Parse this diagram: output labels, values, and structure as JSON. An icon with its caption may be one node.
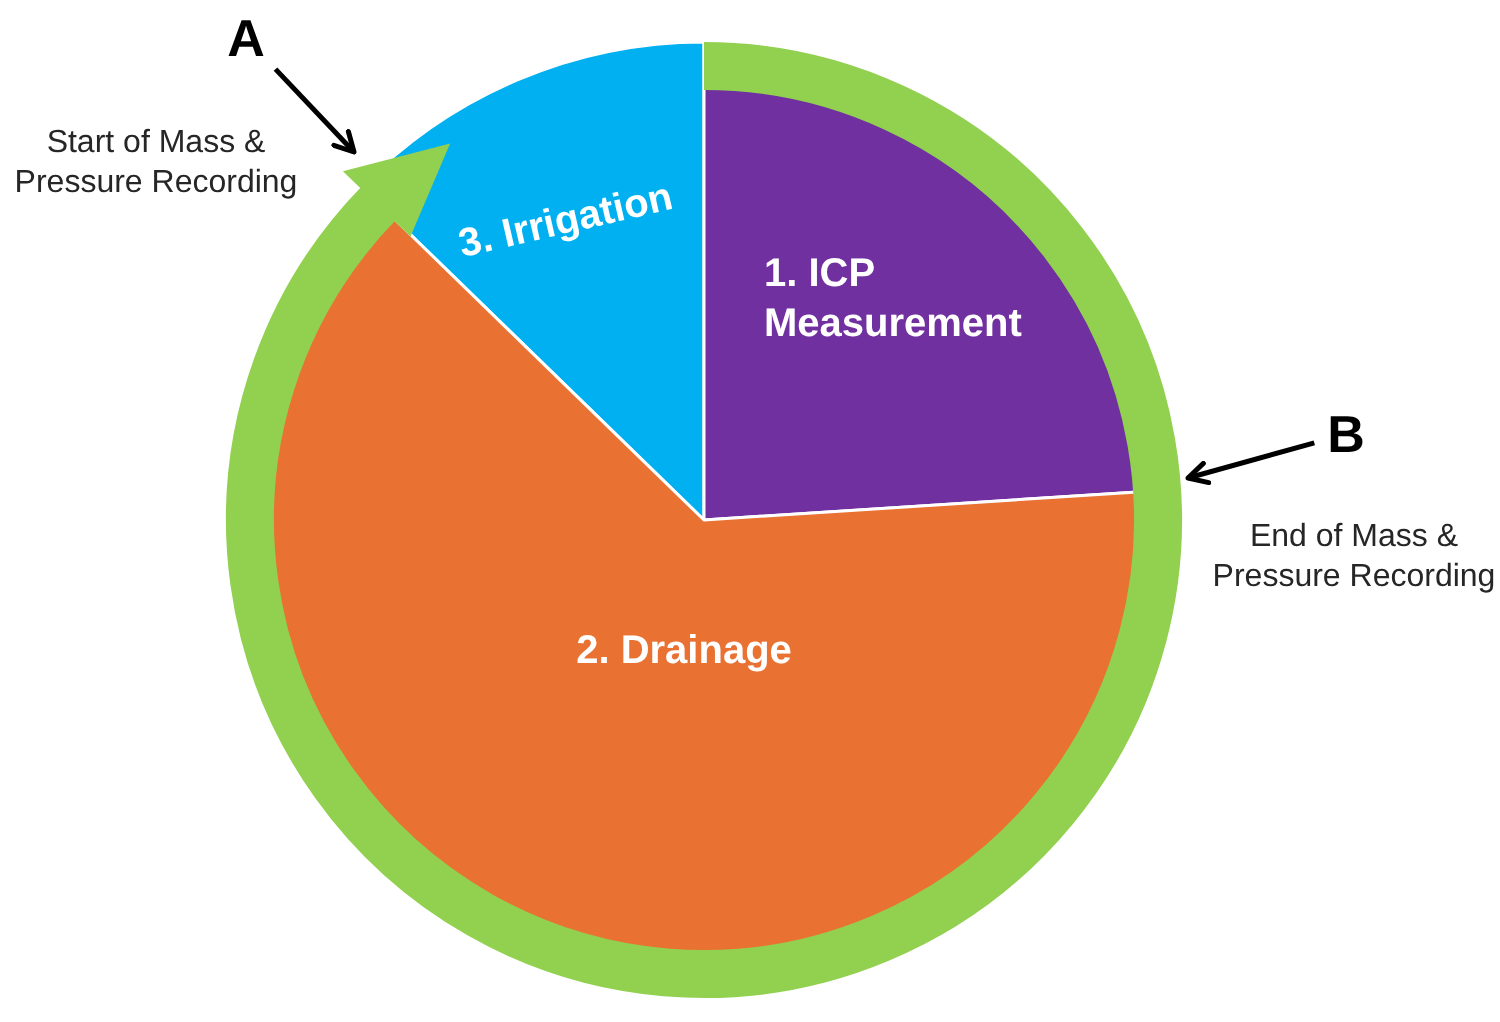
{
  "diagram": {
    "nodes": [
      {
        "text": [
          "A"
        ]
      },
      {
        "text": [
          "3. Irrigation"
        ]
      },
      {
        "text": [
          "1. ICP Measurement"
        ]
      },
      {
        "text": [
          "B"
        ]
      },
      {
        "text": [
          "2. Drainage"
        ]
      }
    ],
    "edges": [
      {
        "from": 0,
        "to": 1,
        "arrow": "to"
      },
      {
        "from": 3,
        "to": 2,
        "arrow": "to"
      }
    ],
    "labels": [
      "Start of Mass & Pressure Recording",
      "End of Mass & Pressure Recording"
    ]
  }
}
